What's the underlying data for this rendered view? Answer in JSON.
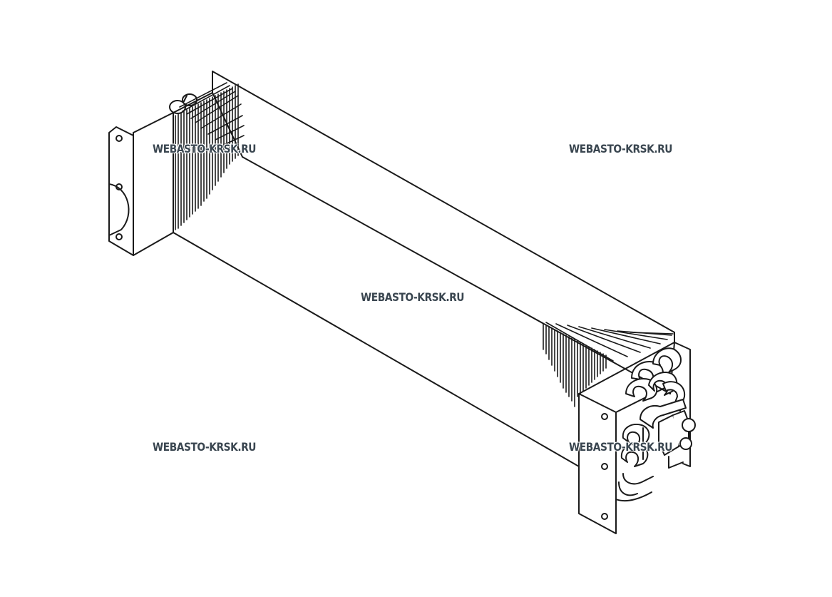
{
  "diagram": {
    "subject": "heat-exchanger-core-isometric",
    "line_color": "#1a1a1a",
    "background_color": "#ffffff",
    "watermark_color": "#3a4650"
  },
  "watermarks": [
    "WEBASTO-KRSK.RU",
    "WEBASTO-KRSK.RU",
    "WEBASTO-KRSK.RU",
    "WEBASTO-KRSK.RU",
    "WEBASTO-KRSK.RU"
  ]
}
